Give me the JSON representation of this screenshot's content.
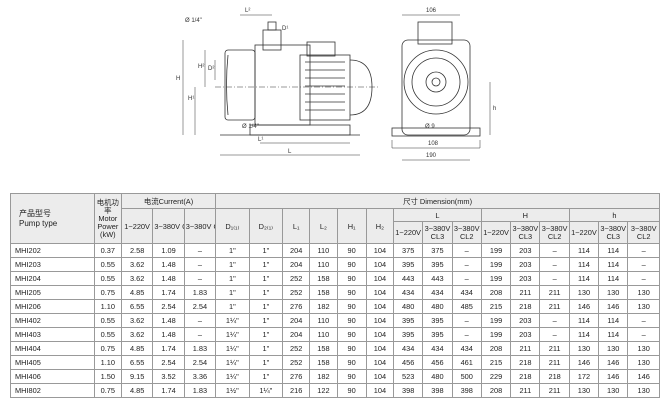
{
  "drawing": {
    "side_labels": {
      "port_top": "Ø 1/4\"",
      "port_bottom": "Ø 1/4\"",
      "L2": "L²",
      "D1": "D¹",
      "D2": "D²",
      "H": "H",
      "H1": "H¹",
      "H2": "H²",
      "L1": "L¹",
      "L": "L"
    },
    "end_labels": {
      "top_width": "106",
      "dia_inner": "Ø 9",
      "inner_width": "108",
      "base_width": "190",
      "h": "h"
    }
  },
  "table": {
    "headers": {
      "type_cn": "产品型号",
      "type_en": "Pump type",
      "motor_cn": "电机功率",
      "motor_en": "Motor Power (kW)",
      "current": "电流Current(A)",
      "dimension": "尺寸 Dimension(mm)",
      "L": "L",
      "H": "H",
      "h": "h",
      "v1": "1~220V",
      "v3_cl3": "3~380V CL3",
      "v3_cl2": "3~380V CL2",
      "D1": "D₁₍₁₎",
      "D2": "D₂₍₁₎",
      "L1": "L₁",
      "L2": "L₂",
      "H1": "H₁",
      "H2": "H₂"
    },
    "rows": [
      {
        "cells": [
          "MHI202",
          "0.37",
          "2.58",
          "1.09",
          "–",
          "1\"",
          "1\"",
          "204",
          "110",
          "90",
          "104",
          "375",
          "375",
          "–",
          "199",
          "203",
          "–",
          "114",
          "114",
          "–"
        ]
      },
      {
        "cells": [
          "MHI203",
          "0.55",
          "3.62",
          "1.48",
          "–",
          "1\"",
          "1\"",
          "204",
          "110",
          "90",
          "104",
          "395",
          "395",
          "–",
          "199",
          "203",
          "–",
          "114",
          "114",
          "–"
        ]
      },
      {
        "cells": [
          "MHI204",
          "0.55",
          "3.62",
          "1.48",
          "–",
          "1\"",
          "1\"",
          "252",
          "158",
          "90",
          "104",
          "443",
          "443",
          "–",
          "199",
          "203",
          "–",
          "114",
          "114",
          "–"
        ]
      },
      {
        "cells": [
          "MHI205",
          "0.75",
          "4.85",
          "1.74",
          "1.83",
          "1\"",
          "1\"",
          "252",
          "158",
          "90",
          "104",
          "434",
          "434",
          "434",
          "208",
          "211",
          "211",
          "130",
          "130",
          "130"
        ]
      },
      {
        "cells": [
          "MHI206",
          "1.10",
          "6.55",
          "2.54",
          "2.54",
          "1\"",
          "1\"",
          "276",
          "182",
          "90",
          "104",
          "480",
          "480",
          "485",
          "215",
          "218",
          "211",
          "146",
          "146",
          "130"
        ]
      },
      {
        "cells": [
          "MHI402",
          "0.55",
          "3.62",
          "1.48",
          "–",
          "1¼\"",
          "1\"",
          "204",
          "110",
          "90",
          "104",
          "395",
          "395",
          "–",
          "199",
          "203",
          "–",
          "114",
          "114",
          "–"
        ]
      },
      {
        "cells": [
          "MHI403",
          "0.55",
          "3.62",
          "1.48",
          "–",
          "1¼\"",
          "1\"",
          "204",
          "110",
          "90",
          "104",
          "395",
          "395",
          "–",
          "199",
          "203",
          "–",
          "114",
          "114",
          "–"
        ]
      },
      {
        "cells": [
          "MHI404",
          "0.75",
          "4.85",
          "1.74",
          "1.83",
          "1¼\"",
          "1\"",
          "252",
          "158",
          "90",
          "104",
          "434",
          "434",
          "434",
          "208",
          "211",
          "211",
          "130",
          "130",
          "130"
        ]
      },
      {
        "cells": [
          "MHI405",
          "1.10",
          "6.55",
          "2.54",
          "2.54",
          "1¼\"",
          "1\"",
          "252",
          "158",
          "90",
          "104",
          "456",
          "456",
          "461",
          "215",
          "218",
          "211",
          "146",
          "146",
          "130"
        ]
      },
      {
        "cells": [
          "MHI406",
          "1.50",
          "9.15",
          "3.52",
          "3.36",
          "1¼\"",
          "1\"",
          "276",
          "182",
          "90",
          "104",
          "523",
          "480",
          "500",
          "229",
          "218",
          "218",
          "172",
          "146",
          "146"
        ]
      },
      {
        "cells": [
          "MHI802",
          "0.75",
          "4.85",
          "1.74",
          "1.83",
          "1½\"",
          "1¼\"",
          "216",
          "122",
          "90",
          "104",
          "398",
          "398",
          "398",
          "208",
          "211",
          "211",
          "130",
          "130",
          "130"
        ]
      }
    ]
  }
}
